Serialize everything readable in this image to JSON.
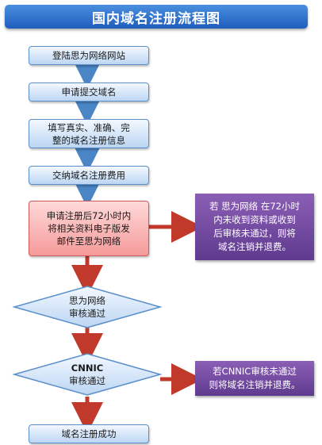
{
  "title": "国内域名注册流程图",
  "steps": {
    "s1": "登陆思为网络网站",
    "s2": "申请提交域名",
    "s3a": "填写真实、准确、完",
    "s3b": "整的域名注册信息",
    "s4": "交纳域名注册费用",
    "s5a": "申请注册后72小时内",
    "s5b": "将相关资料电子版发",
    "s5c": "邮件至思为网络",
    "d1a": "思为网络",
    "d1b": "审核通过",
    "d2a": "CNNIC",
    "d2b": "审核通过",
    "s6": "域名注册成功"
  },
  "notes": {
    "n1a": "若 思为网络 在72小时",
    "n1b": "内未收到资料或收到",
    "n1c": "后审核未通过，则将",
    "n1d": "域名注销并退费。",
    "n2a": "若CNNIC审核未通过",
    "n2b": "则将域名注销并退费。"
  },
  "colors": {
    "arrow_down": "#4a86c6",
    "arrow_right": "#c0392b"
  }
}
